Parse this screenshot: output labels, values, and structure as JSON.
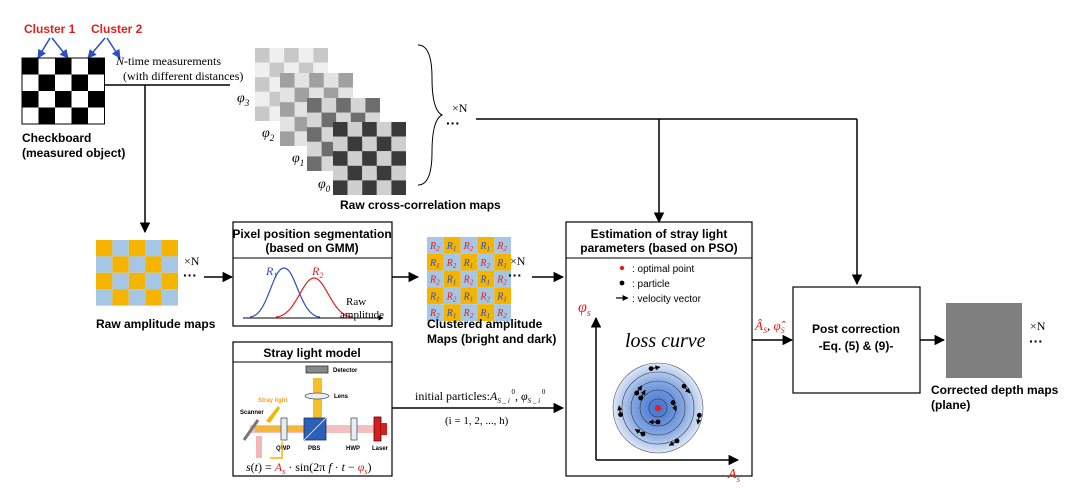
{
  "checkerboard": {
    "cluster1_label": "Cluster 1",
    "cluster2_label": "Cluster 2",
    "caption_line1": "Checkboard",
    "caption_line2": "(measured object)"
  },
  "measurement": {
    "n_label": "N",
    "line1": "-time measurements",
    "line2": "(with different distances)"
  },
  "raw_corr": {
    "caption": "Raw cross-correlation maps",
    "phi_labels": [
      "φ3",
      "φ2",
      "φ1",
      "φ0"
    ],
    "times_n": "×N",
    "ellipsis": "···"
  },
  "raw_amp": {
    "caption": "Raw amplitude maps",
    "times_n": "×N",
    "ellipsis": "···"
  },
  "gmm": {
    "title_line1": "Pixel position segmentation",
    "title_line2": "(based on GMM)",
    "r1": "R1",
    "r2": "R2",
    "xlabel_line1": "Raw",
    "xlabel_line2": "amplitude"
  },
  "clustered": {
    "caption_line1": "Clustered amplitude",
    "caption_line2": "Maps (bright and dark)",
    "times_n": "×N",
    "ellipsis": "···",
    "cells": [
      [
        "R2",
        "R1",
        "R2",
        "R1",
        "R2"
      ],
      [
        "R1",
        "R2",
        "R1",
        "R2",
        "R1"
      ],
      [
        "R2",
        "R1",
        "R2",
        "R1",
        "R2"
      ],
      [
        "R1",
        "R2",
        "R1",
        "R2",
        "R1"
      ],
      [
        "R2",
        "R1",
        "R2",
        "R1",
        "R2"
      ]
    ]
  },
  "stray": {
    "title": "Stray light model",
    "detector": "Detector",
    "lens": "Lens",
    "stray_light": "Stray light",
    "scanner": "Scanner",
    "qwp": "QWP",
    "pbs": "PBS",
    "hwp": "HWP",
    "laser": "Laser",
    "equation": "s(t) = As · sin(2π f · t − φs)"
  },
  "init": {
    "line1": "initial particles: As_i0, φs_i0",
    "line2": "(i = 1, 2, ..., h)"
  },
  "pso": {
    "title_line1": "Estimation of stray light",
    "title_line2": "parameters (based on PSO)",
    "legend_optimal": ": optimal point",
    "legend_particle": ": particle",
    "legend_velocity": ": velocity vector",
    "loss_curve": "loss curve",
    "y_axis": "φs",
    "x_axis": "As"
  },
  "hat_label": "Âs, φ̂s",
  "post": {
    "line1": "Post correction",
    "line2": "-Eq. (5) & (9)-"
  },
  "corrected": {
    "caption_line1": "Corrected depth maps",
    "caption_line2": "(plane)",
    "times_n": "×N",
    "ellipsis": "···"
  },
  "colors": {
    "amp_yellow": "#f4b400",
    "amp_blue": "#a6c6e6",
    "red": "#e02020",
    "blue": "#2b4fc4",
    "plane_gray": "#7f7f7f"
  }
}
